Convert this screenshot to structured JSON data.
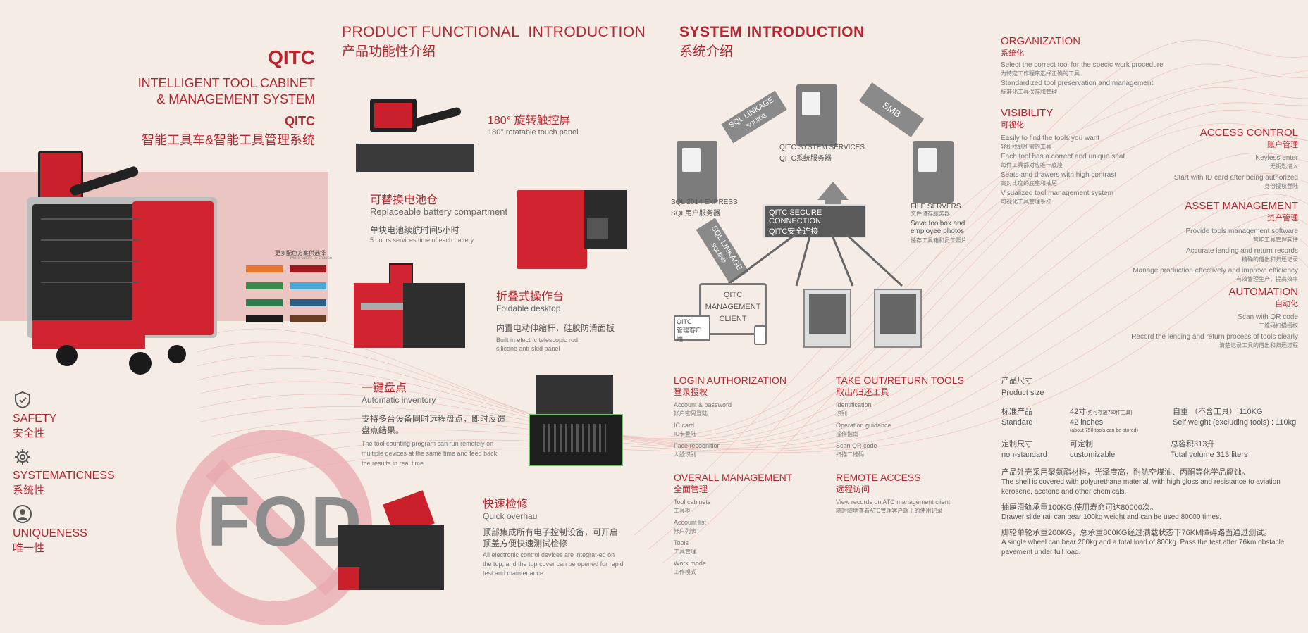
{
  "brand": {
    "qitc": "QITC",
    "line1": "INTELLIGENT TOOL CABINET",
    "line2": "& MANAGEMENT SYSTEM",
    "qitc2": "QITC",
    "cn": "智能工具车&智能工具管理系统"
  },
  "colors_note": {
    "label": "更多配色方案供选择",
    "sub": "More colors to choose",
    "swatches": [
      "#e8762a",
      "#a3171f",
      "#3b8a4a",
      "#4aa7d6",
      "#2e7d4e",
      "#2a5f86",
      "#1c1c1c",
      "#6b3f26"
    ]
  },
  "features": [
    {
      "en": "SAFETY",
      "cn": "安全性",
      "icon": "shield-hand-icon"
    },
    {
      "en": "SYSTEMATICNESS",
      "cn": "系统性",
      "icon": "gear-icon"
    },
    {
      "en": "UNIQUENESS",
      "cn": "唯一性",
      "icon": "person-icon"
    }
  ],
  "fod": "FOD",
  "product": {
    "title": "PRODUCT FUNCTIONAL  INTRODUCTION",
    "title_cn": "产品功能性介绍",
    "items": [
      {
        "cn": "180° 旋转触控屏",
        "en": "180° rotatable touch panel",
        "desc_cn": "",
        "desc_en": ""
      },
      {
        "cn": "可替换电池仓",
        "en": "Replaceable battery compartment",
        "desc_cn": "单块电池续航时间5小时",
        "desc_en": "5 hours services time of each battery"
      },
      {
        "cn": "折叠式操作台",
        "en": "Foldable desktop",
        "desc_cn": "内置电动伸缩杆，硅胶防滑面板",
        "desc_en": "Built in electric telescopic rod\nsilicone anti-skid panel"
      },
      {
        "cn": "一键盘点",
        "en": "Automatic inventory",
        "desc_cn": "支持多台设备同时远程盘点，即时反馈盘点结果。",
        "desc_en": "The tool counting program can run remotely on multiple devices at the same time and feed back the results in real time"
      },
      {
        "cn": "快速检修",
        "en": "Quick overhau",
        "desc_cn": "顶部集成所有电子控制设备，可开启顶盖方便快速测试检修",
        "desc_en": "All electronic control devices are integrat-ed on the top, and the top cover can be opened for rapid test and maintenance"
      }
    ]
  },
  "system": {
    "title": "SYSTEM INTRODUCTION",
    "title_cn": "系统介绍",
    "sql_linkage_top": "SQL LINKAGE",
    "sql_linkage_top_cn": "SQL联动",
    "smb": "SMB",
    "server_en": "QITC SYSTEM SERVICES",
    "server_cn": "QITC系统服务器",
    "sql2014_en": "SQL 2014 EXPRESS",
    "sql2014_cn": "SQL用户服务器",
    "file_en": "FILE SERVERS",
    "file_cn": "文件储存服务器",
    "file_desc_en": "Save toolbox and employee photos",
    "file_desc_cn": "储存工具箱和员工照片",
    "secure_en": "QITC SECURE CONNECTION",
    "secure_cn": "QITC安全连接",
    "sql_linkage_bottom": "SQL LINKAGE",
    "sql_linkage_bottom_cn": "SQL联动",
    "client_line1": "QITC",
    "client_line2": "MANAGEMENT",
    "client_line3": "CLIENT",
    "client_small1": "QITC",
    "client_small2": "管理客户端"
  },
  "modules": [
    {
      "title": "LOGIN AUTHORIZATION",
      "cn": "登录授权",
      "items": [
        [
          "Account & password",
          "帐户密码登陆"
        ],
        [
          "IC card",
          "IC卡登陆"
        ],
        [
          "Face recognition",
          "人脸识别"
        ]
      ]
    },
    {
      "title": "TAKE OUT/RETURN TOOLS",
      "cn": "取出/归还工具",
      "items": [
        [
          "Identification",
          "识别"
        ],
        [
          "Operation guidance",
          "操作指南"
        ],
        [
          "Scan QR code",
          "扫描二维码"
        ]
      ]
    },
    {
      "title": "OVERALL MANAGEMENT",
      "cn": "全面管理",
      "items": [
        [
          "Tool cabinets",
          "工具柜"
        ],
        [
          "Account list",
          "帐户列表"
        ],
        [
          "Tools",
          "工具管理"
        ],
        [
          "Work mode",
          "工作模式"
        ]
      ]
    },
    {
      "title": "REMOTE ACCESS",
      "cn": "远程访问",
      "items": [
        [
          "View records on ATC management client",
          "随时随地查看ATC管理客户端上的使用记录"
        ]
      ]
    }
  ],
  "organization": {
    "title": "ORGANIZATION",
    "cn": "系统化",
    "items": [
      [
        "Select the correct tool for the specic work procedure",
        "为特定工作程序选择正确的工具"
      ],
      [
        "Standardized tool preservation and management",
        "标准化工具保存和管理"
      ]
    ]
  },
  "visibility": {
    "title": "VISIBILITY",
    "cn": "可视化",
    "items": [
      [
        "Easily to find  the tools you want",
        "轻松找到所需的工具"
      ],
      [
        "Each tool has a correct and unique seat",
        "每件工具都对应唯一底座"
      ],
      [
        "Seats and drawers with high contrast",
        "高对比度的底座和抽屉"
      ],
      [
        "Visualized tool management system",
        "可视化工具管理系统"
      ]
    ]
  },
  "access": {
    "title": "ACCESS CONTROL",
    "cn": "账户管理",
    "items": [
      [
        "Keyless enter",
        "无钥匙进入"
      ],
      [
        "Start with ID card after being authorized",
        "身份授权登陆"
      ]
    ]
  },
  "asset": {
    "title": "ASSET MANAGEMENT",
    "cn": "资产管理",
    "items": [
      [
        "Provide tools management software",
        "智能工具管理软件"
      ],
      [
        "Accurate lending and return records",
        "精确的借出和归还记录"
      ],
      [
        "Manage production effectively and improve efficiency",
        "有效管理生产，提高效率"
      ]
    ]
  },
  "automation": {
    "title": "AUTOMATION",
    "cn": "自动化",
    "items": [
      [
        "Scan with QR code",
        "二维码扫描授权"
      ],
      [
        "Record the lending and return process of tools clearly",
        "清楚记录工具的借出和归还过程"
      ]
    ]
  },
  "specs": {
    "size_cn": "产品尺寸",
    "size_en": "Product  size",
    "std_cn": "标准产品",
    "std_en": "Standard",
    "std_val_cn": "42寸",
    "std_val_cn_note": "(约可存放750件工具)",
    "std_val_en": "42 inches",
    "std_val_en_note": "(about 750 tools can be stored)",
    "weight_cn": "自重 （不含工具）:110KG",
    "weight_en": "Self weight  (excluding tools) : 110kg",
    "custom_cn": "定制尺寸",
    "custom_en": "non-standard",
    "custom_val_cn": "可定制",
    "custom_val_en": "customizable",
    "vol_cn": "总容积313升",
    "vol_en": "Total volume 313 liters",
    "shell_cn": "产品外壳采用聚氨酯材料，光泽度高，耐航空煤油、丙酮等化学品腐蚀。",
    "shell_en": "The shell is covered with polyurethane material, with high gloss and resistance to aviation kerosene, acetone and other chemicals.",
    "rail_cn": "抽屉滑轨承重100KG,使用寿命可达80000次。",
    "rail_en": "Drawer slide rail can bear 100kg weight and can be used 80000 times.",
    "wheel_cn": "脚轮单轮承重200KG，总承重800KG经过满载状态下76KM障碍路面通过测试。",
    "wheel_en": "A single wheel can bear 200kg and a total load of 800kg. Pass the test after 76km obstacle pavement under full load."
  }
}
